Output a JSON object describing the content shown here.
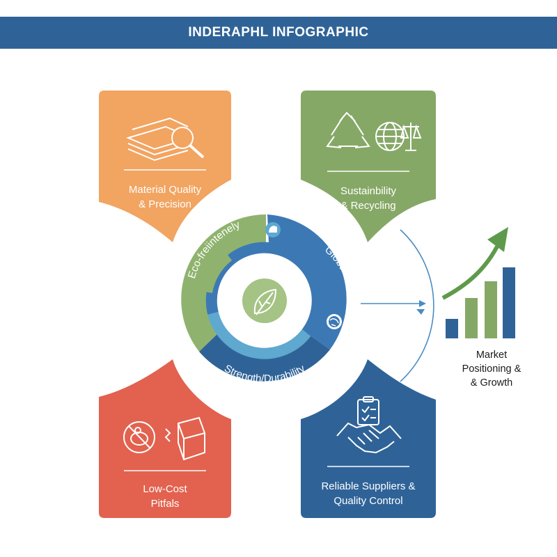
{
  "header": {
    "title": "INDERAPHL INFOGRAPHIC"
  },
  "colors": {
    "header": "#2f6398",
    "orange": "#f2a461",
    "green": "#86a867",
    "red": "#e2624f",
    "blue": "#2f6398",
    "ring_green": "#8fb36e",
    "ring_blue": "#3c79b4",
    "ring_light": "#5fa8cf"
  },
  "panels": {
    "material": {
      "line1": "Material Quality",
      "line2": "& Precision",
      "icon": "documents-magnifier-icon"
    },
    "sustainability": {
      "line1": "Sustainbility",
      "line2": "& Recycling",
      "icon": "recycle-globe-scale-icon"
    },
    "lowcost": {
      "line1": "Low-Cost",
      "line2": "Pitfals",
      "icon": "no-piggybank-broken-box-icon"
    },
    "suppliers": {
      "line1": "Reliable Suppliers &",
      "line2": "Quality Control",
      "icon": "handshake-clipboard-icon"
    }
  },
  "ring": {
    "eco": "Eco-freiintenely",
    "global": "Global Market",
    "strength": "Strength/Durability",
    "center_icon": "leaf-icon"
  },
  "market": {
    "line1": "Market",
    "line2": "Positioning &",
    "line3": "& Growth",
    "icon": "growth-bar-chart-icon"
  }
}
